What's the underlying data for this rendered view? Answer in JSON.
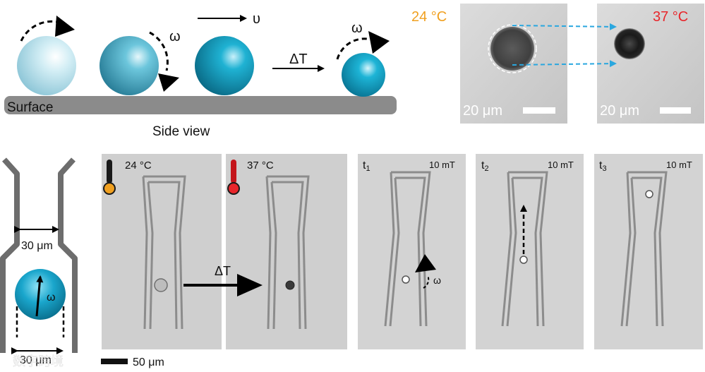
{
  "top_diagram": {
    "velocity_label": "υ",
    "omega_label_1": "ω",
    "omega_label_2": "ω",
    "delta_t_label": "ΔT",
    "surface_label": "Surface",
    "caption": "Side view"
  },
  "top_micrographs": {
    "temp_left": "24 °C",
    "temp_right": "37 °C",
    "scale_left": "20 μm",
    "scale_right": "20 μm",
    "temp_left_color": "#f0a020",
    "temp_right_color": "#e8262b"
  },
  "channel_schematic": {
    "width_top": "30 μm",
    "width_bottom": "30 μm",
    "omega_label": "ω"
  },
  "panels": {
    "temp_1": "24 °C",
    "temp_2": "37 °C",
    "delta_t_label": "ΔT",
    "t1_label": "t",
    "t1_sub": "1",
    "t2_label": "t",
    "t2_sub": "2",
    "t3_label": "t",
    "t3_sub": "3",
    "field_1": "10 mT",
    "field_2": "10 mT",
    "field_3": "10 mT",
    "omega_label": "ω"
  },
  "scale_bar": {
    "label": "50 μm"
  },
  "watermark": "数字跨境",
  "colors": {
    "sphere_light": "#bfe3ee",
    "sphere_mid": "#55b8d1",
    "sphere_dark": "#1e9fc0",
    "surface": "#8b8b8b",
    "arrow_blue": "#2aa7df"
  }
}
